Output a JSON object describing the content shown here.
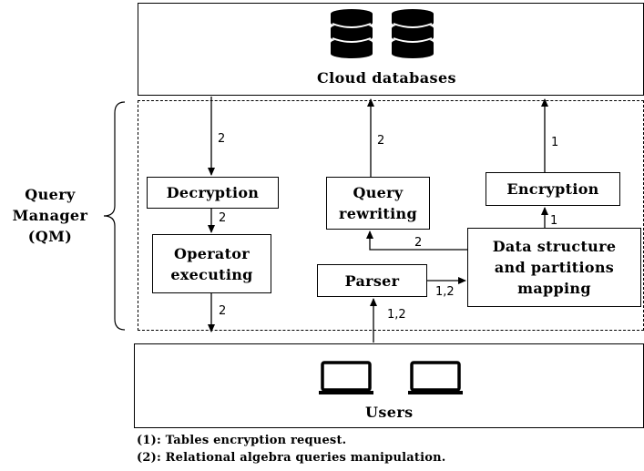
{
  "cloud": {
    "label": "Cloud databases",
    "icons": [
      "database-icon",
      "database-icon"
    ]
  },
  "query_manager": {
    "line1": "Query",
    "line2": "Manager",
    "line3": "(QM)"
  },
  "boxes": {
    "decryption": "Decryption",
    "operator_line1": "Operator",
    "operator_line2": "executing",
    "query_rewriting_line1": "Query",
    "query_rewriting_line2": "rewriting",
    "encryption": "Encryption",
    "parser": "Parser",
    "data_structure_line1": "Data structure",
    "data_structure_line2": "and partitions",
    "data_structure_line3": "mapping"
  },
  "edge_labels": {
    "cloud_to_decryption": "2",
    "decryption_to_operator": "2",
    "operator_to_users": "2",
    "rewriting_to_cloud": "2",
    "encryption_to_cloud": "1",
    "mapping_to_encryption": "1",
    "mapping_to_rewriting": "2",
    "parser_to_mapping": "1,2",
    "users_to_parser": "1,2"
  },
  "users": {
    "label": "Users",
    "icons": [
      "laptop-icon",
      "laptop-icon"
    ]
  },
  "legend": {
    "item1": "(1): Tables encryption request.",
    "item2": "(2): Relational algebra queries manipulation."
  }
}
